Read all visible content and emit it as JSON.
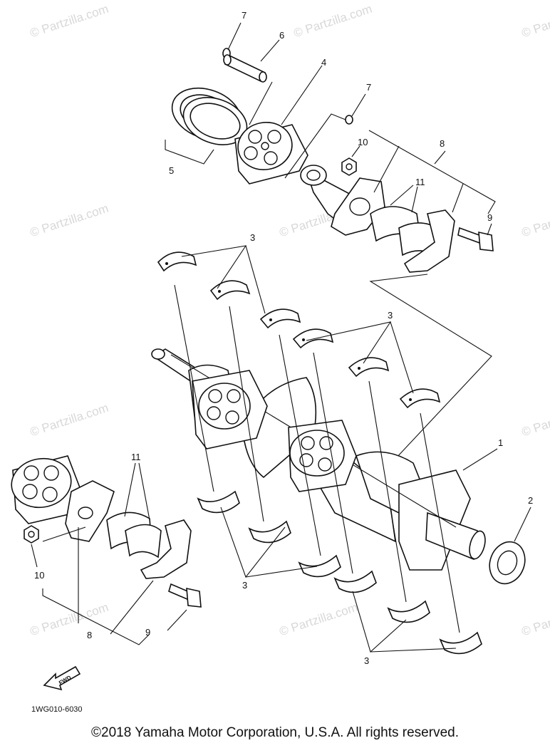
{
  "watermark": "© Partzilla.com",
  "diagram_code": "1WG010-6030",
  "copyright": "©2018  Yamaha Motor Corporation, U.S.A. All rights reserved.",
  "fwd_label": "FWD",
  "callouts": {
    "c1": "1",
    "c2": "2",
    "c3a": "3",
    "c3b": "3",
    "c3c": "3",
    "c3d": "3",
    "c4": "4",
    "c5": "5",
    "c6": "6",
    "c7a": "7",
    "c7b": "7",
    "c8a": "8",
    "c8b": "8",
    "c9a": "9",
    "c9b": "9",
    "c10a": "10",
    "c10b": "10",
    "c11a": "11",
    "c11b": "11"
  }
}
